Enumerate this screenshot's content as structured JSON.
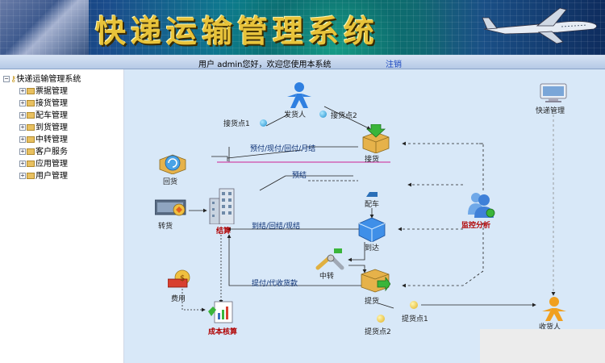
{
  "header": {
    "title": "快递运输管理系统"
  },
  "userbar": {
    "user_label": "用户",
    "username": "admin",
    "greeting": "您好，欢迎您使用本系统",
    "logout_label": "注销"
  },
  "sidebar": {
    "root": "快递运输管理系统",
    "items": [
      {
        "label": "票据管理"
      },
      {
        "label": "接货管理"
      },
      {
        "label": "配车管理"
      },
      {
        "label": "到货管理"
      },
      {
        "label": "中转管理"
      },
      {
        "label": "客户服务"
      },
      {
        "label": "应用管理"
      },
      {
        "label": "用户管理"
      }
    ]
  },
  "diagram": {
    "nodes": {
      "sender": "发货人",
      "pickup1": "接货点1",
      "pickup2": "接货点2",
      "receive": "接货",
      "return_goods": "回货",
      "transfer_goods": "转货",
      "settlement": "结算",
      "vehicle": "配车",
      "arrival": "到达",
      "transit": "中转",
      "monitor": "监控分析",
      "express_mgmt": "快递管理",
      "cost": "费用",
      "cost_accounting": "成本核算",
      "delivery": "提货",
      "delivery_point1": "提货点1",
      "delivery_point2": "提货点2",
      "receiver": "收货人"
    },
    "edges": {
      "prepay": "预付/现付/回付/月结",
      "prestage": "预结",
      "arrive_settle": "到结/回结/现结",
      "delivery_settle": "提付/代收货款"
    }
  }
}
